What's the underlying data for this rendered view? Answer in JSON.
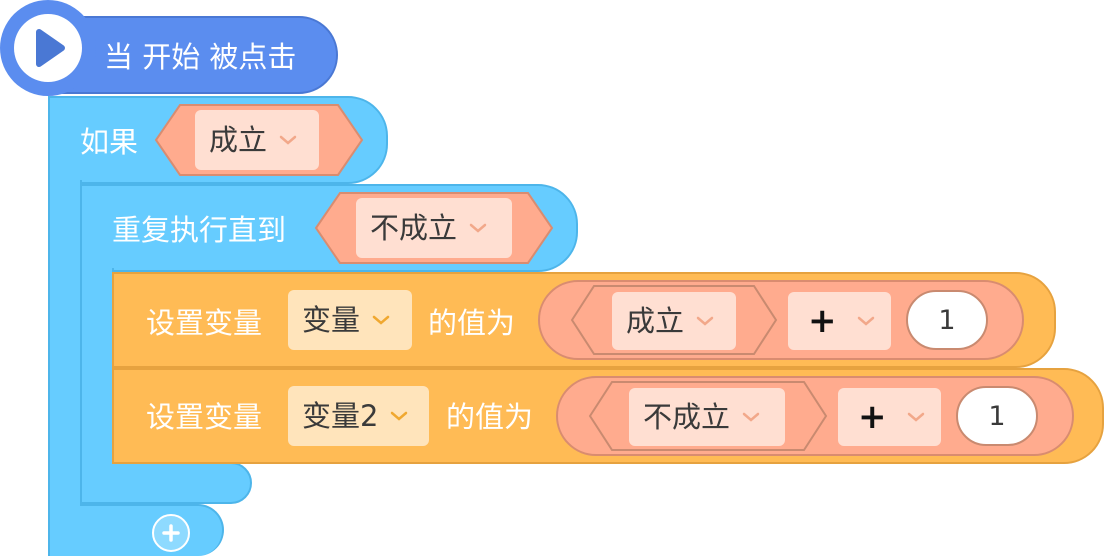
{
  "hat": {
    "label": "当 开始 被点击"
  },
  "if_block": {
    "label": "如果",
    "condition": "成立"
  },
  "repeat_block": {
    "label": "重复执行直到",
    "condition": "不成立"
  },
  "set_blocks": [
    {
      "label": "设置变量",
      "variable": "变量",
      "value_label": "的值为",
      "operand": "成立",
      "operator": "+",
      "number": "1"
    },
    {
      "label": "设置变量",
      "variable": "变量2",
      "value_label": "的值为",
      "operand": "不成立",
      "operator": "+",
      "number": "1"
    }
  ],
  "icons": {
    "hat": "play-icon",
    "dropdown": "chevron-down-icon",
    "add": "plus-icon"
  },
  "colors": {
    "hat": "#5b8def",
    "control": "#66ccff",
    "operator": "#ffab8e",
    "variable": "#ffbb55"
  }
}
